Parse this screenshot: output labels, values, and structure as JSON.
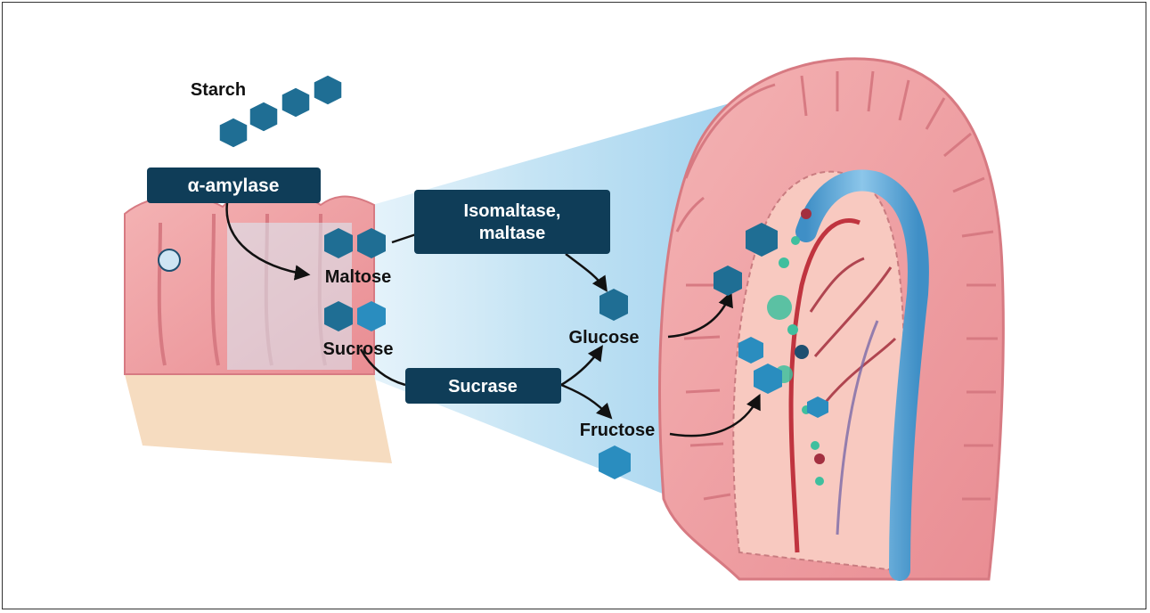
{
  "molecules": {
    "starch": "Starch",
    "maltose": "Maltose",
    "sucrose": "Sucrose",
    "glucose": "Glucose",
    "fructose": "Fructose"
  },
  "enzymes": {
    "alpha_amylase": "α-amylase",
    "isomaltase_line1": "Isomaltase,",
    "isomaltase_line2": "maltase",
    "sucrase": "Sucrase"
  },
  "colors": {
    "enzyme_box": "#0f3d58",
    "molecule_dark": "#1f6e94",
    "molecule_light": "#2a8dbf",
    "tissue_pink": "#f2a3a8",
    "tissue_base": "#f6dcc0",
    "highlight_blue": "#cfe8f5"
  }
}
